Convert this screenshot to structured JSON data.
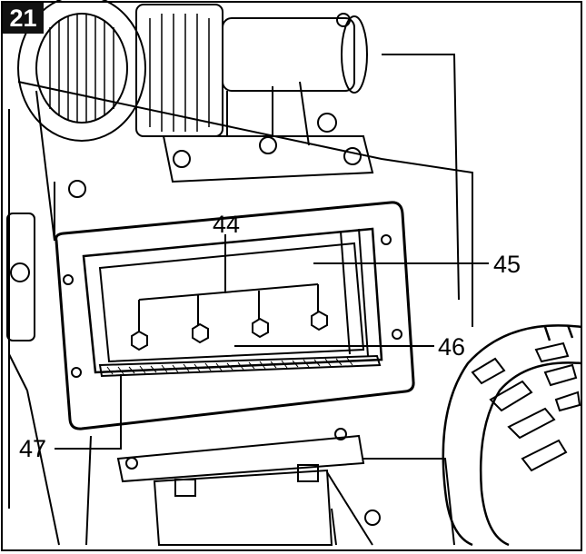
{
  "figure": {
    "number": "21",
    "callouts": [
      {
        "id": "44",
        "label": "44"
      },
      {
        "id": "45",
        "label": "45"
      },
      {
        "id": "46",
        "label": "46"
      },
      {
        "id": "47",
        "label": "47"
      }
    ]
  }
}
